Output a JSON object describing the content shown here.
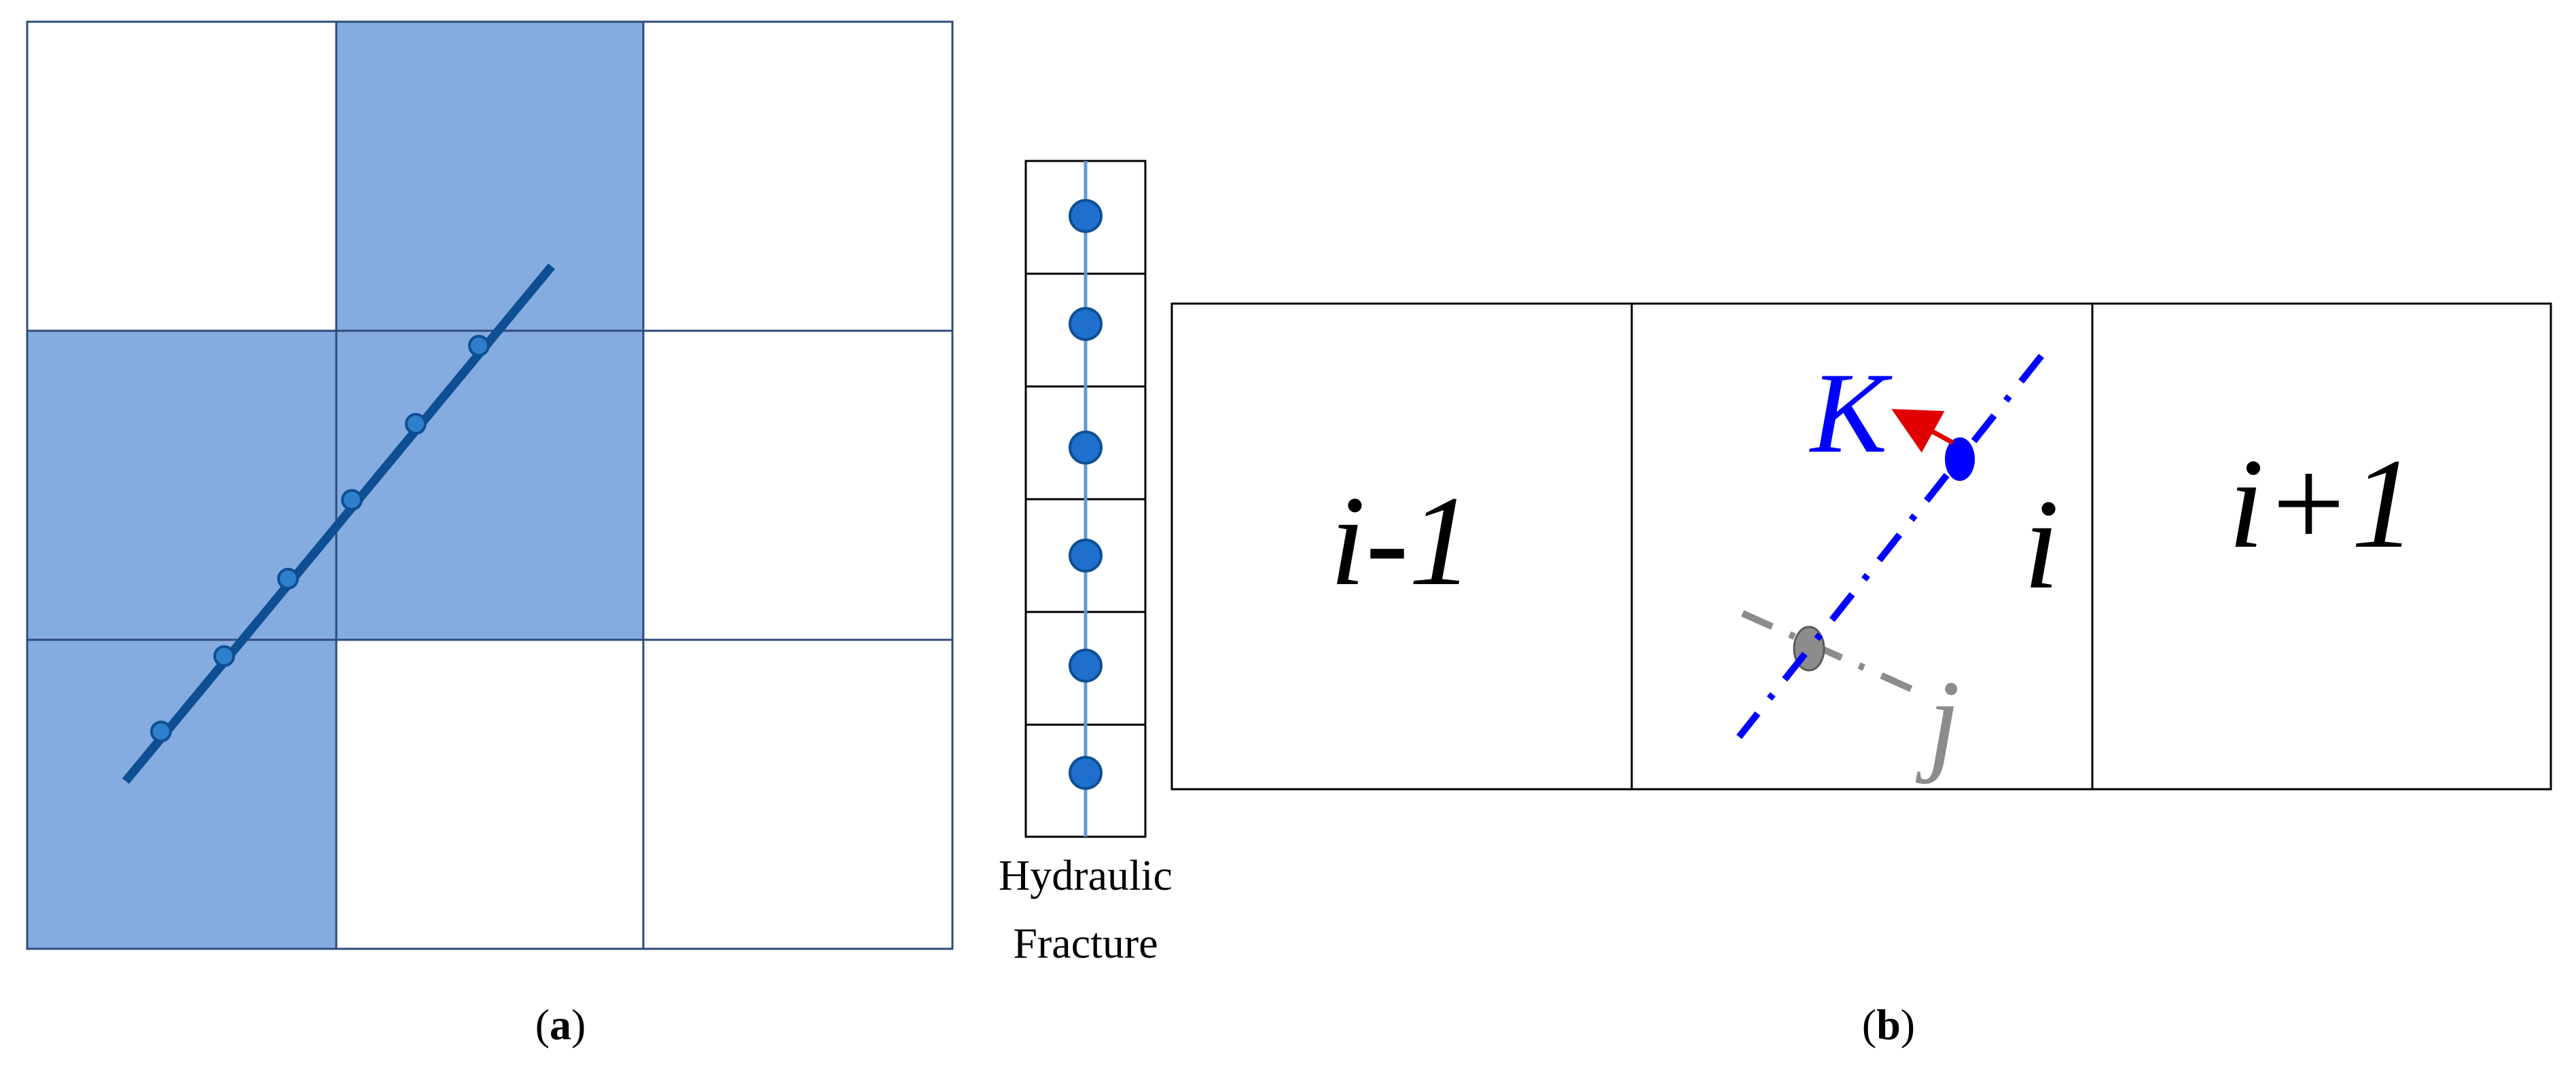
{
  "panel_a": {
    "caption_label": "a",
    "fill_color": "#85ACE0",
    "grid_line_color": "#2F4B7C",
    "fracture_color": "#0E4F94",
    "node_color": "#2F7FCC"
  },
  "inset": {
    "label_line1": "Hydraulic",
    "label_line2": "Fracture",
    "node_color": "#1F6FCC",
    "fracture_line_color": "#5B9BD5"
  },
  "panel_b": {
    "caption_label": "b",
    "cell_left_label": "i-1",
    "cell_center_label": "i",
    "cell_right_label": "i+1",
    "fracture_k_label": "K",
    "fracture_j_label": "j",
    "k_color": "#0000FF",
    "j_color": "#8C8C8C",
    "arrow_color": "#E00000"
  }
}
